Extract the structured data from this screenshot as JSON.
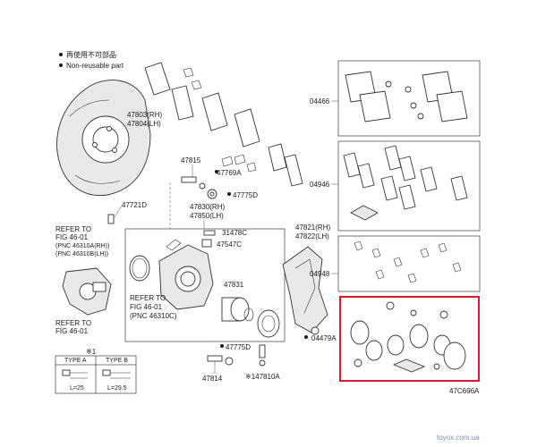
{
  "legend": {
    "reusable_jp": "再使用不可部品",
    "non_reusable": "Non-reusable part"
  },
  "parts": {
    "dust_cover": [
      "47803(RH)",
      "47804(LH)"
    ],
    "p47721D": "47721D",
    "p47815": "47815",
    "p47769A": "47769A",
    "p47775D_a": "47775D",
    "caliper": [
      "47830(RH)",
      "47850(LH)"
    ],
    "p31478C": "31478C",
    "p47547C": "47547C",
    "p47831": "47831",
    "mounting": [
      "47821(RH)",
      "47822(LH)"
    ],
    "p04479A": "04479A",
    "p47775D_b": "47775D",
    "p47814": "47814",
    "p147810A": "※147810A",
    "kit_04466": "04466",
    "kit_04946": "04946",
    "kit_04948": "04948"
  },
  "refs": {
    "ref_left": [
      "REFER TO",
      "FIG 46-01",
      "(PNC 46310A(RH))",
      "(PNC 46310B(LH))"
    ],
    "ref_left2": [
      "REFER TO",
      "FIG 46-01"
    ],
    "ref_center": [
      "REFER TO",
      "FIG 46-01",
      "(PNC 46310C)"
    ]
  },
  "type_table": {
    "mark": "※1",
    "type_a": "TYPE A",
    "type_b": "TYPE B",
    "len_a": "L=25",
    "len_b": "L=29.5"
  },
  "diagram_code": "47C696A",
  "watermark": "toyox.com.ua",
  "colors": {
    "highlight": "#e0182d",
    "ink": "#1a1a1a"
  }
}
